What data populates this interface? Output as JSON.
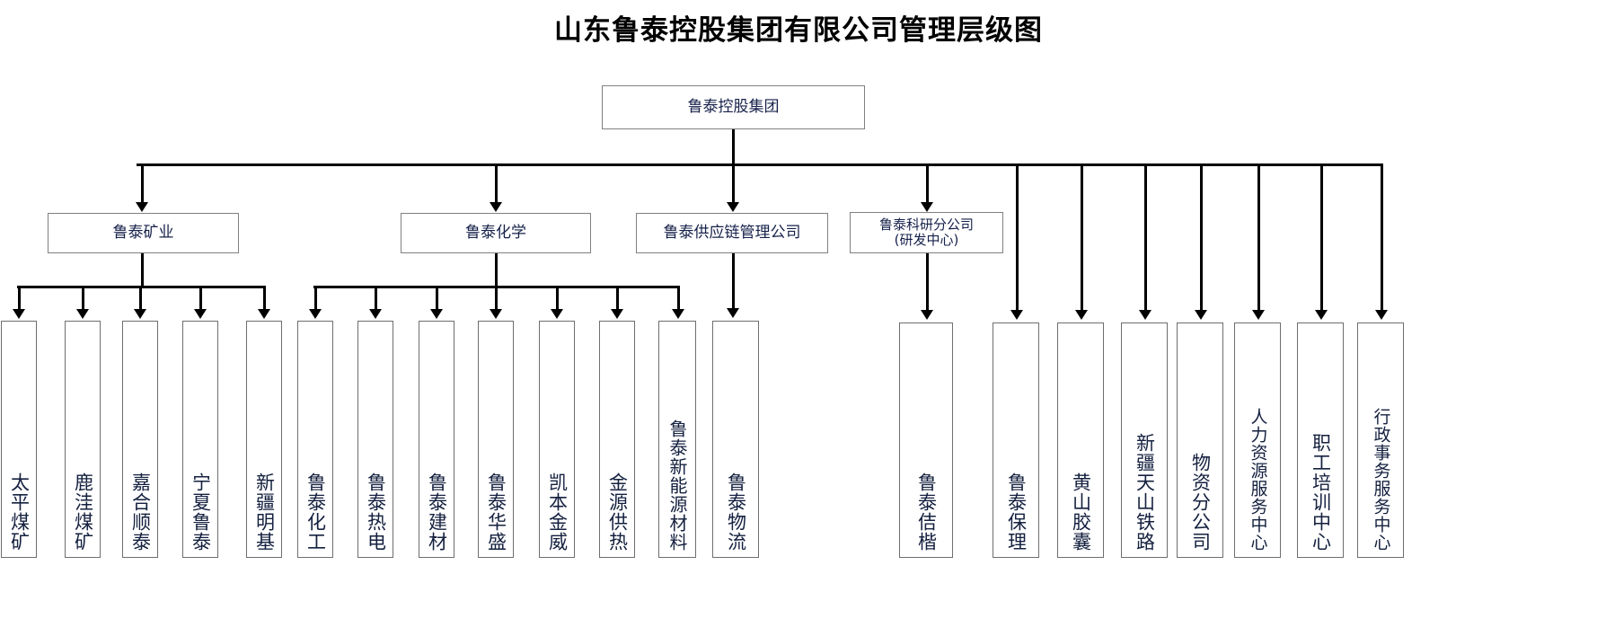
{
  "title": "山东鲁泰控股集团有限公司管理层级图",
  "root": {
    "label": "鲁泰控股集团"
  },
  "level2": [
    {
      "label": "鲁泰矿业"
    },
    {
      "label": "鲁泰化学"
    },
    {
      "label": "鲁泰供应链管理公司"
    },
    {
      "label": "鲁泰科研分公司\n(研发中心)"
    }
  ],
  "mining_units": [
    {
      "label": "太平煤矿"
    },
    {
      "label": "鹿洼煤矿"
    },
    {
      "label": "嘉合顺泰"
    },
    {
      "label": "宁夏鲁泰"
    },
    {
      "label": "新疆明基"
    }
  ],
  "chemical_units": [
    {
      "label": "鲁泰化工"
    },
    {
      "label": "鲁泰热电"
    },
    {
      "label": "鲁泰建材"
    },
    {
      "label": "鲁泰华盛"
    },
    {
      "label": "凯本金威"
    },
    {
      "label": "金源供热"
    },
    {
      "label": "鲁泰新能源材料"
    }
  ],
  "supply_units": [
    {
      "label": "鲁泰物流"
    }
  ],
  "research_units": [
    {
      "label": "鲁泰佶楷"
    }
  ],
  "group_direct_units": [
    {
      "label": "鲁泰保理"
    },
    {
      "label": "黄山胶囊"
    },
    {
      "label": "新疆天山铁路"
    },
    {
      "label": "物资分公司"
    },
    {
      "label": "人力资源服务中心"
    },
    {
      "label": "职工培训中心"
    },
    {
      "label": "行政事务服务中心"
    }
  ],
  "colors": {
    "box_border": "#808080",
    "leaf_border": "#6e6e6e",
    "connector": "#000000",
    "text": "#16214a",
    "title": "#000000",
    "background": "#ffffff"
  }
}
